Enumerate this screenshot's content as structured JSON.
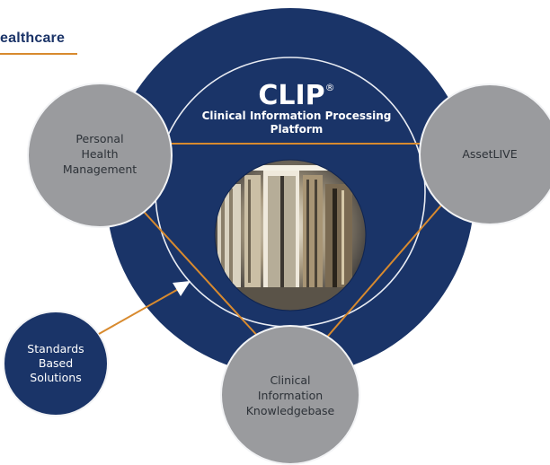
{
  "header": {
    "title": "ealthcare"
  },
  "platform": {
    "name": "CLIP",
    "trademark": "®",
    "subtitle_lines": [
      "Clinical Information Processing",
      "Platform"
    ]
  },
  "satellites": {
    "personal_health": {
      "lines": [
        "Personal",
        "Health",
        "Management"
      ]
    },
    "assetlive": {
      "lines": [
        "AssetLIVE"
      ]
    },
    "clinical_kb": {
      "lines": [
        "Clinical",
        "Information",
        "Knowledgebase"
      ]
    }
  },
  "standards": {
    "lines": [
      "Standards",
      "Based",
      "Solutions"
    ]
  },
  "colors": {
    "navy": "#1a3468",
    "gray_node": "#9a9b9e",
    "accent_orange": "#d88a2e",
    "ring_white": "#e9ecf3"
  }
}
